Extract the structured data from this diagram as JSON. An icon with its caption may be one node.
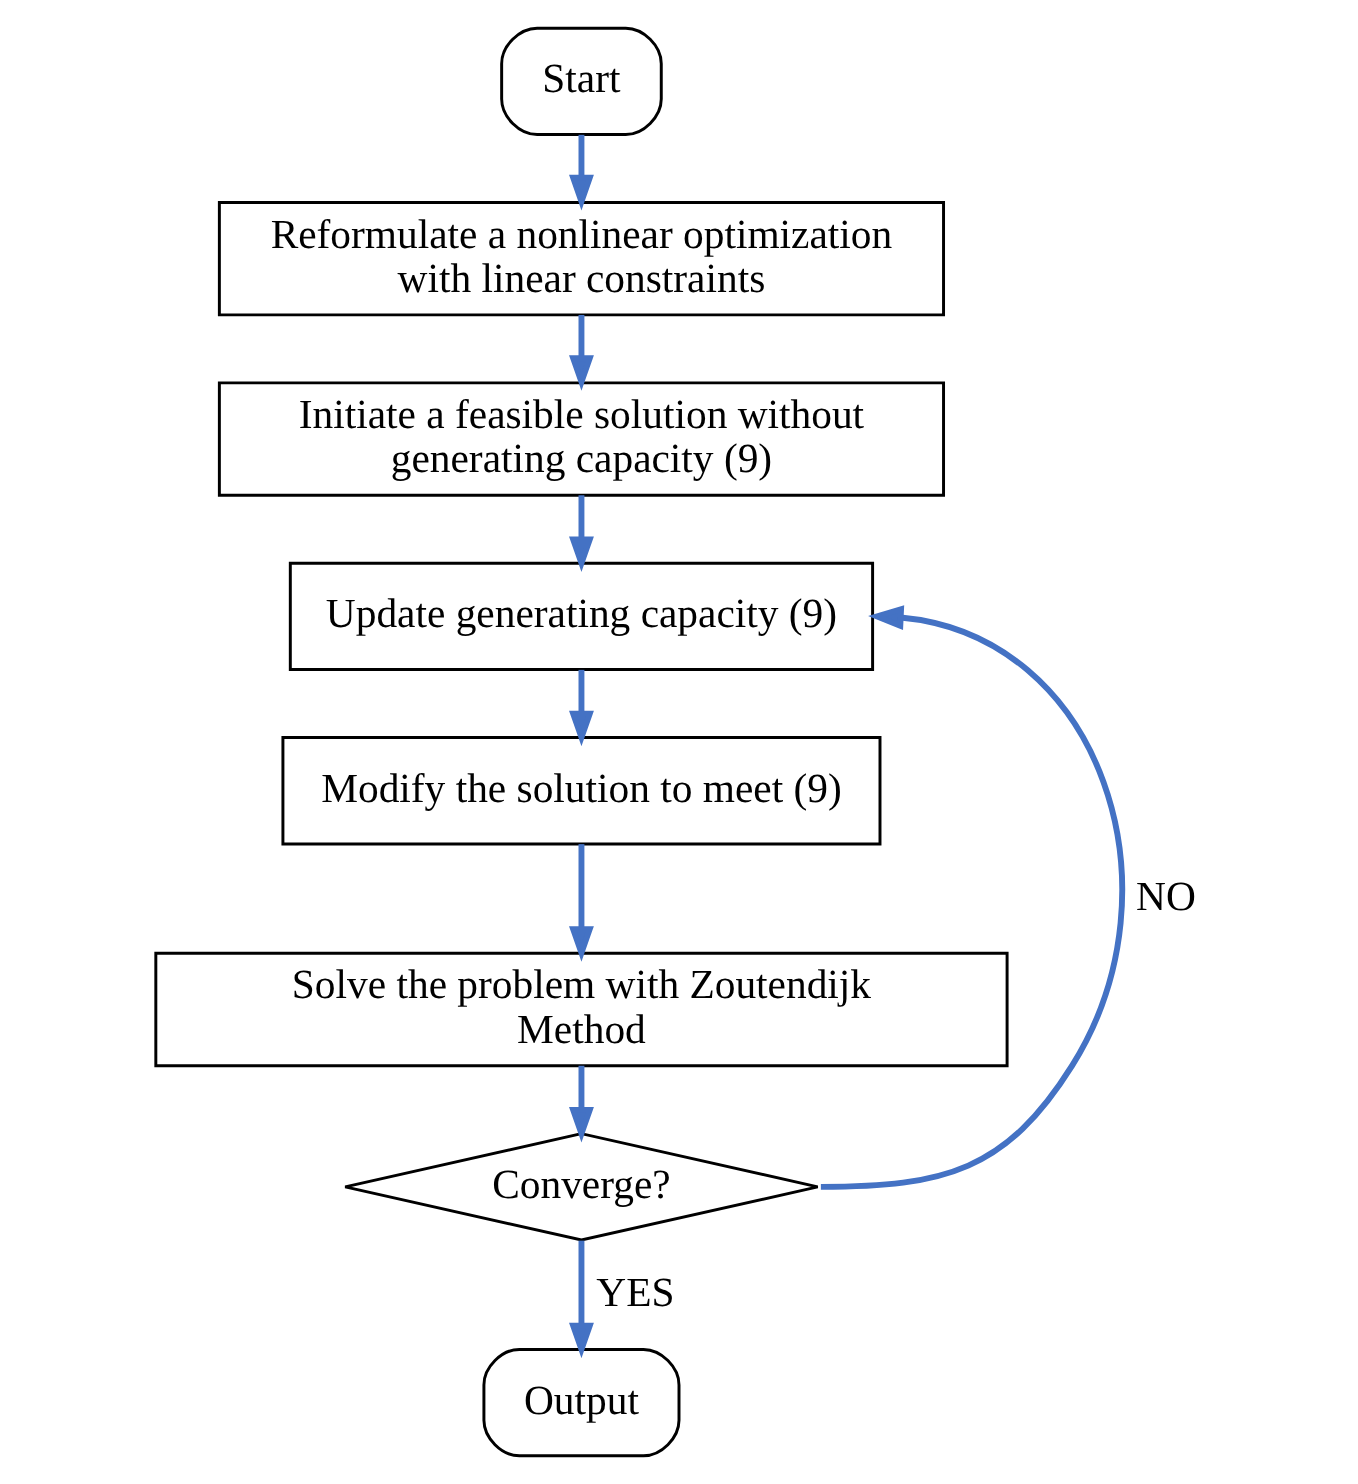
{
  "diagram": {
    "nodes": [
      {
        "text": [
          "Start"
        ]
      },
      {
        "text": [
          "Reformulate a nonlinear optimization with linear constraints"
        ]
      },
      {
        "text": [
          "Initiate a feasible solution without generating capacity (9)"
        ]
      },
      {
        "text": [
          "Update generating capacity (9)"
        ]
      },
      {
        "text": [
          "Modify the solution to meet (9)"
        ]
      },
      {
        "text": [
          "Solve the problem with Zoutendijk Method"
        ]
      },
      {
        "text": [
          "Converge?"
        ]
      },
      {
        "text": [
          "Output"
        ]
      }
    ],
    "edges": [
      {
        "from": 0,
        "to": 1,
        "arrow": "to"
      },
      {
        "from": 1,
        "to": 2,
        "arrow": "to"
      },
      {
        "from": 2,
        "to": 3,
        "arrow": "to"
      },
      {
        "from": 3,
        "to": 4,
        "arrow": "to"
      },
      {
        "from": 4,
        "to": 5,
        "arrow": "to"
      },
      {
        "from": 5,
        "to": 6,
        "arrow": "to"
      },
      {
        "from": 6,
        "to": 3,
        "arrow": "to",
        "label": "NO"
      },
      {
        "from": 6,
        "to": 7,
        "arrow": "to",
        "label": "YES"
      }
    ]
  }
}
